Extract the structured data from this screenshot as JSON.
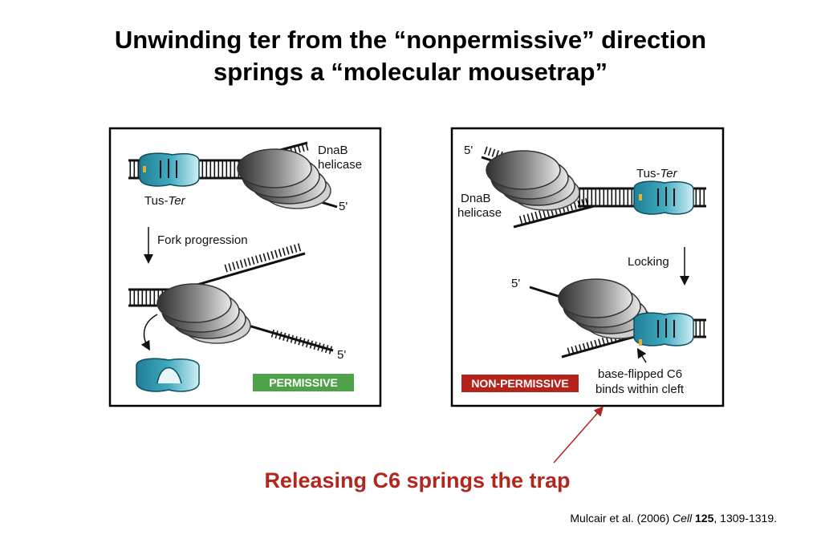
{
  "title": {
    "line1": "Unwinding ter from the “nonpermissive” direction",
    "line2": "springs a “molecular mousetrap”"
  },
  "left_panel": {
    "dnab_line1": "DnaB",
    "dnab_line2": "helicase",
    "tus_prefix": "Tus-",
    "tus_ter": "Ter",
    "five_prime_top": "5'",
    "fork_progression": "Fork progression",
    "five_prime_bottom": "5'",
    "badge": "PERMISSIVE",
    "badge_color": "#4fa24a"
  },
  "right_panel": {
    "five_prime_top": "5'",
    "tus_prefix": "Tus-",
    "tus_ter": "Ter",
    "dnab_line1": "DnaB",
    "dnab_line2": "helicase",
    "locking": "Locking",
    "five_prime_bottom": "5'",
    "badge": "NON-PERMISSIVE",
    "badge_color": "#b5241b",
    "note_line1": "base-flipped C6",
    "note_line2": "binds within cleft"
  },
  "caption": "Releasing C6 springs the trap",
  "caption_color": "#b3261e",
  "citation": {
    "authors": "Mulcair et al. (2006) ",
    "journal": "Cell",
    "volume": "125",
    "pages": ", 1309-1319."
  }
}
